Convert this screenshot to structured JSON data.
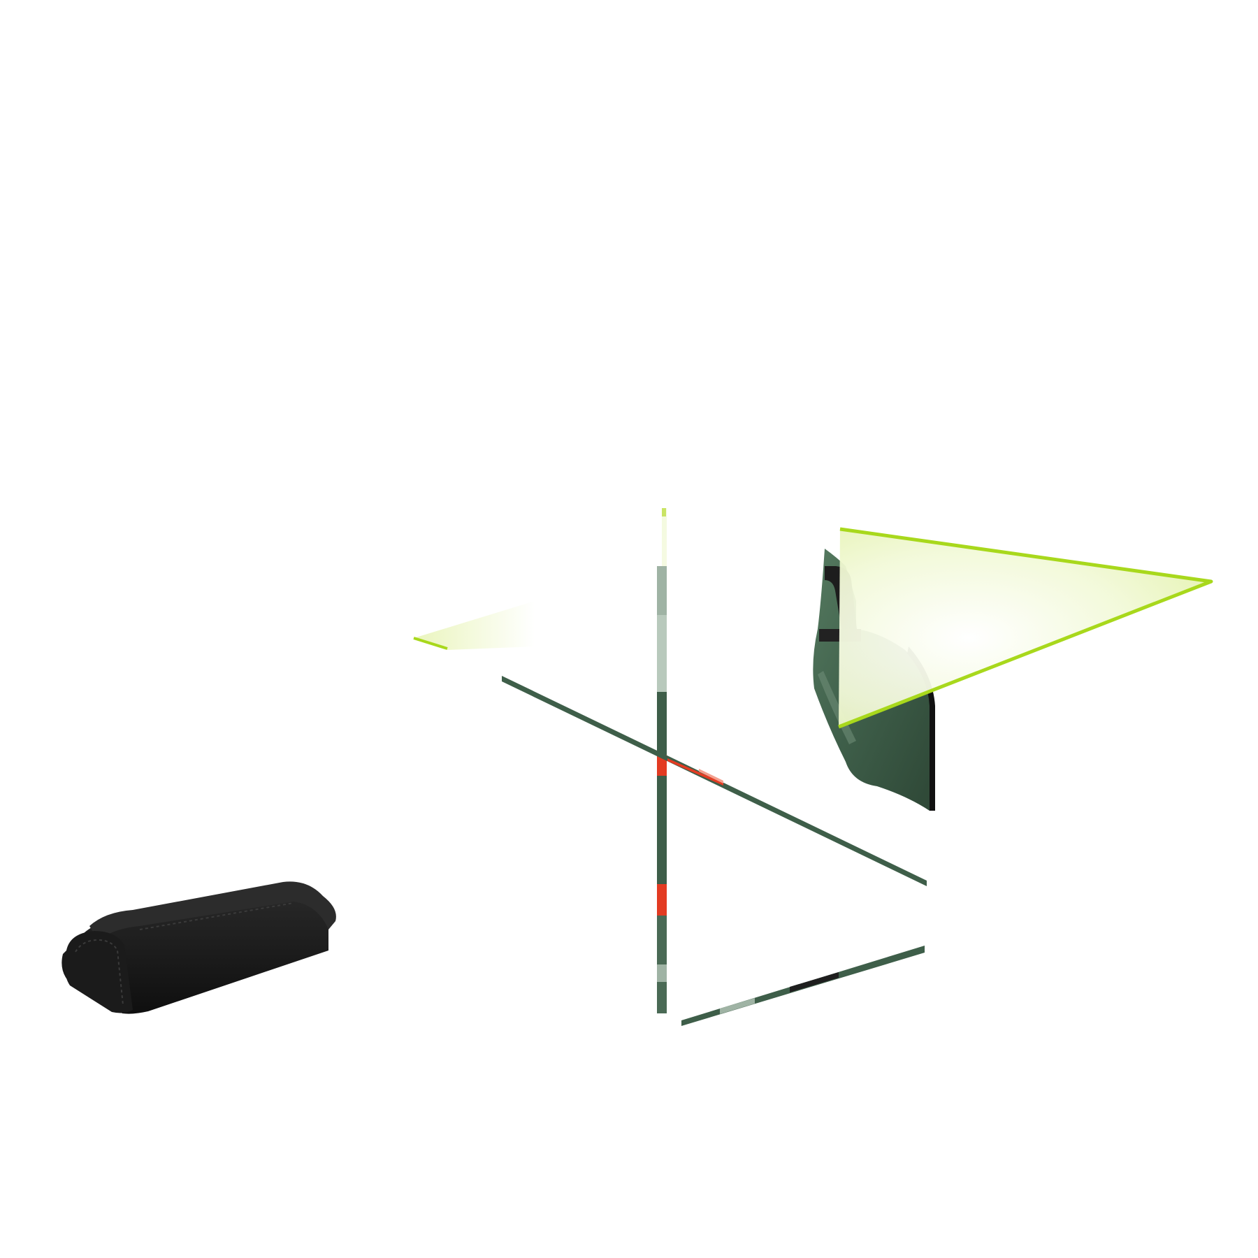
{
  "scene": {
    "background": "#ffffff",
    "colors": {
      "laser": "#a8d81c",
      "laser_glow": "#eef8c8",
      "housing_green": "#3e5e49",
      "housing_dark": "#263a2c",
      "housing_light": "#6e8c76",
      "accent_red": "#e33b22",
      "pouch_black": "#161616",
      "pouch_edge": "#2c2c2c"
    },
    "objects": [
      {
        "name": "laser-level-device",
        "icon": "laser-level-icon"
      },
      {
        "name": "horizontal-laser-fan",
        "icon": "laser-beam-icon"
      },
      {
        "name": "vertical-laser-line",
        "icon": "laser-beam-icon"
      },
      {
        "name": "storage-pouch",
        "icon": "pouch-icon"
      }
    ]
  }
}
